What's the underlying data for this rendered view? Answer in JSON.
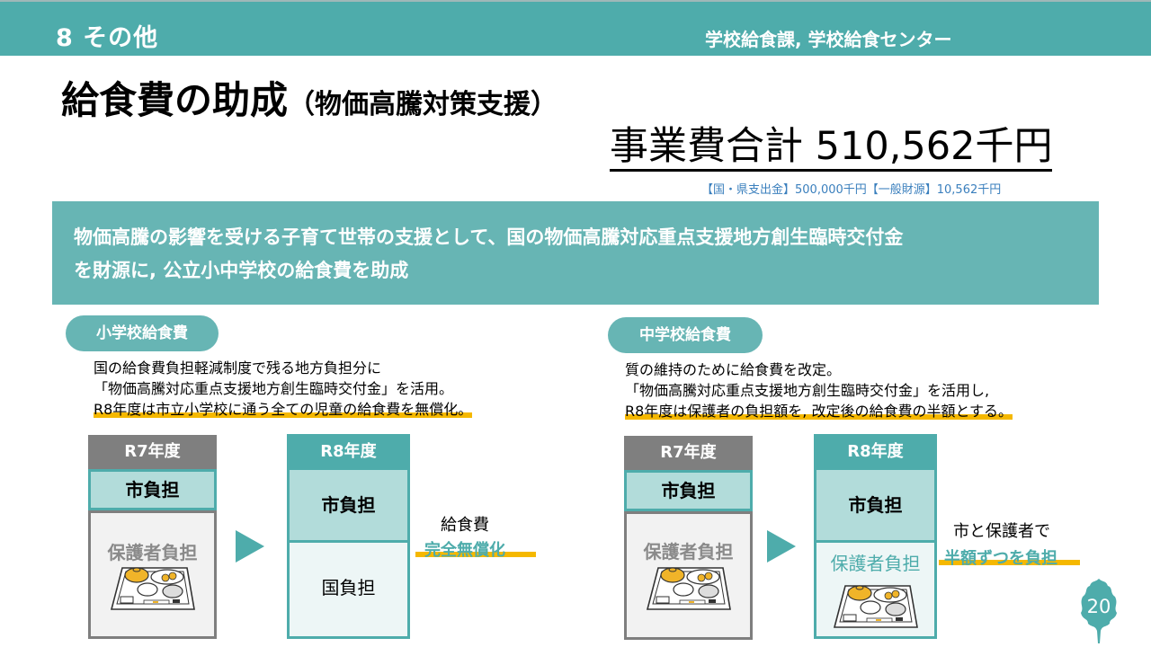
{
  "header": {
    "section_title": "8  その他",
    "department": "学校給食課, 学校給食センター"
  },
  "title": {
    "main": "給食費の助成",
    "sub": "（物価高騰対策支援）"
  },
  "budget": {
    "total": "事業費合計  510,562千円",
    "breakdown": "【国・県支出金】500,000千円【一般財源】10,562千円"
  },
  "summary": {
    "line1": "物価高騰の影響を受ける子育て世帯の支援として、国の物価高騰対応重点支援地方創生臨時交付金",
    "line2": "を財源に, 公立小中学校の給食費を助成"
  },
  "elementary": {
    "label": "小学校給食費",
    "desc_line1": "国の給食費負担軽減制度で残る地方負担分に",
    "desc_line2": "「物価高騰対応重点支援地方創生臨時交付金」を活用。",
    "desc_line3": "R8年度は市立小学校に通う全ての児童の給食費を無償化。",
    "before": {
      "year": "R7年度",
      "city": "市負担",
      "parent": "保護者負担"
    },
    "after": {
      "year": "R8年度",
      "city": "市負担",
      "national": "国負担"
    },
    "result_line1": "給食費",
    "result_line2": "完全無償化"
  },
  "junior_high": {
    "label": "中学校給食費",
    "desc_line1": "質の維持のために給食費を改定。",
    "desc_line2": "「物価高騰対応重点支援地方創生臨時交付金」を活用し,",
    "desc_line3": "R8年度は保護者の負担額を, 改定後の給食費の半額とする。",
    "before": {
      "year": "R7年度",
      "city": "市負担",
      "parent": "保護者負担"
    },
    "after": {
      "year": "R8年度",
      "city": "市負担",
      "parent": "保護者負担"
    },
    "result_line1": "市と保護者で",
    "result_line2": "半額ずつを負担"
  },
  "page_number": "20",
  "colors": {
    "teal": "#4eacab",
    "teal_light": "#67b5b4",
    "mint": "#b2dcda",
    "gray": "#7f7f7f",
    "yellow": "#f5b800",
    "blue_note": "#3a7fbd"
  }
}
